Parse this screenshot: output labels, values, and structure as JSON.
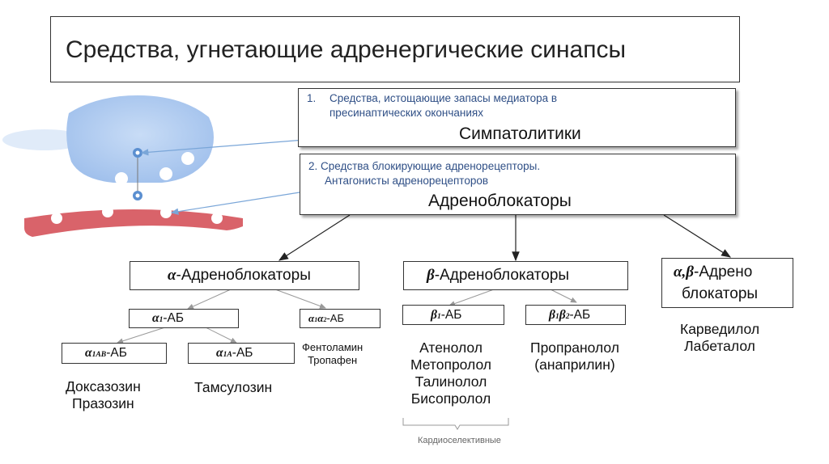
{
  "title": "Средства, угнетающие адренергические синапсы",
  "group1": {
    "number": "1.",
    "desc_line1": "Средства, истощающие запасы медиатора в",
    "desc_line2": "пресинаптических окончаниях",
    "name": "Симпатолитики"
  },
  "group2": {
    "desc_line1": "2. Средства блокирующие адренорецепторы.",
    "desc_line2": "Антагонисты адренорецепторов",
    "name": "Адреноблокаторы"
  },
  "alpha": {
    "greek": "α",
    "label": "-Адреноблокаторы",
    "a1": {
      "greek": "α",
      "sub": "1",
      "label": "-АБ"
    },
    "a1a2": {
      "greek1": "α",
      "sub1": "1",
      "greek2": "α",
      "sub2": "2",
      "label": "-АБ",
      "drugs": [
        "Фентоламин",
        "Тропафен"
      ]
    },
    "a1ab": {
      "greek": "α",
      "sub": "1AB",
      "label": "-АБ",
      "drugs": [
        "Доксазозин",
        "Празозин"
      ]
    },
    "a1a": {
      "greek": "α",
      "sub": "1A",
      "label": "-АБ",
      "drugs": [
        "Тамсулозин"
      ]
    }
  },
  "beta": {
    "greek": "β",
    "label": "-Адреноблокаторы",
    "b1": {
      "greek": "β",
      "sub": "1",
      "label": "-АБ",
      "drugs": [
        "Атенолол",
        "Метопролол",
        "Талинолол",
        "Бисопролол"
      ]
    },
    "b1b2": {
      "greek1": "β",
      "sub1": "1",
      "greek2": "β",
      "sub2": "2",
      "label": "-АБ",
      "drugs": [
        "Пропранолол",
        "(анаприлин)"
      ]
    },
    "note": "Кардиоселективные"
  },
  "alphabeta": {
    "greek": "α,β",
    "line1": "-Адрено",
    "line2": "блокаторы",
    "drugs": [
      "Карведилол",
      "Лабеталол"
    ]
  },
  "colors": {
    "border": "#333333",
    "desc_text": "#2f4f86",
    "cell_blue": "#a9c6ee",
    "membrane_red": "#d9636a",
    "arrow_blue": "#7aa6d8"
  }
}
